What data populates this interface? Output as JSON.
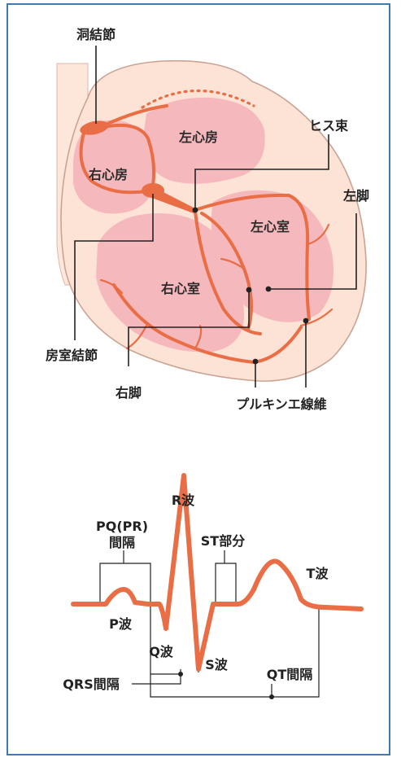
{
  "heart": {
    "labels": {
      "sa_node": "洞結節",
      "right_atrium": "右心房",
      "left_atrium": "左心房",
      "his_bundle": "ヒス束",
      "left_bundle": "左脚",
      "left_ventricle": "左心室",
      "right_ventricle": "右心室",
      "av_node": "房室結節",
      "right_bundle": "右脚",
      "purkinje": "プルキンエ線維"
    }
  },
  "ecg": {
    "labels": {
      "r_wave": "R波",
      "pq_interval_line1": "PQ(PR)",
      "pq_interval_line2": "間隔",
      "st_segment": "ST部分",
      "t_wave": "T波",
      "p_wave": "P波",
      "q_wave": "Q波",
      "s_wave": "S波",
      "qrs_interval": "QRS間隔",
      "qt_interval": "QT間隔"
    }
  },
  "colors": {
    "frame": "#3e79b4",
    "conduction": "#e96d45",
    "heart_outer": "#fde3d6",
    "chamber": "#f5b8bd"
  }
}
